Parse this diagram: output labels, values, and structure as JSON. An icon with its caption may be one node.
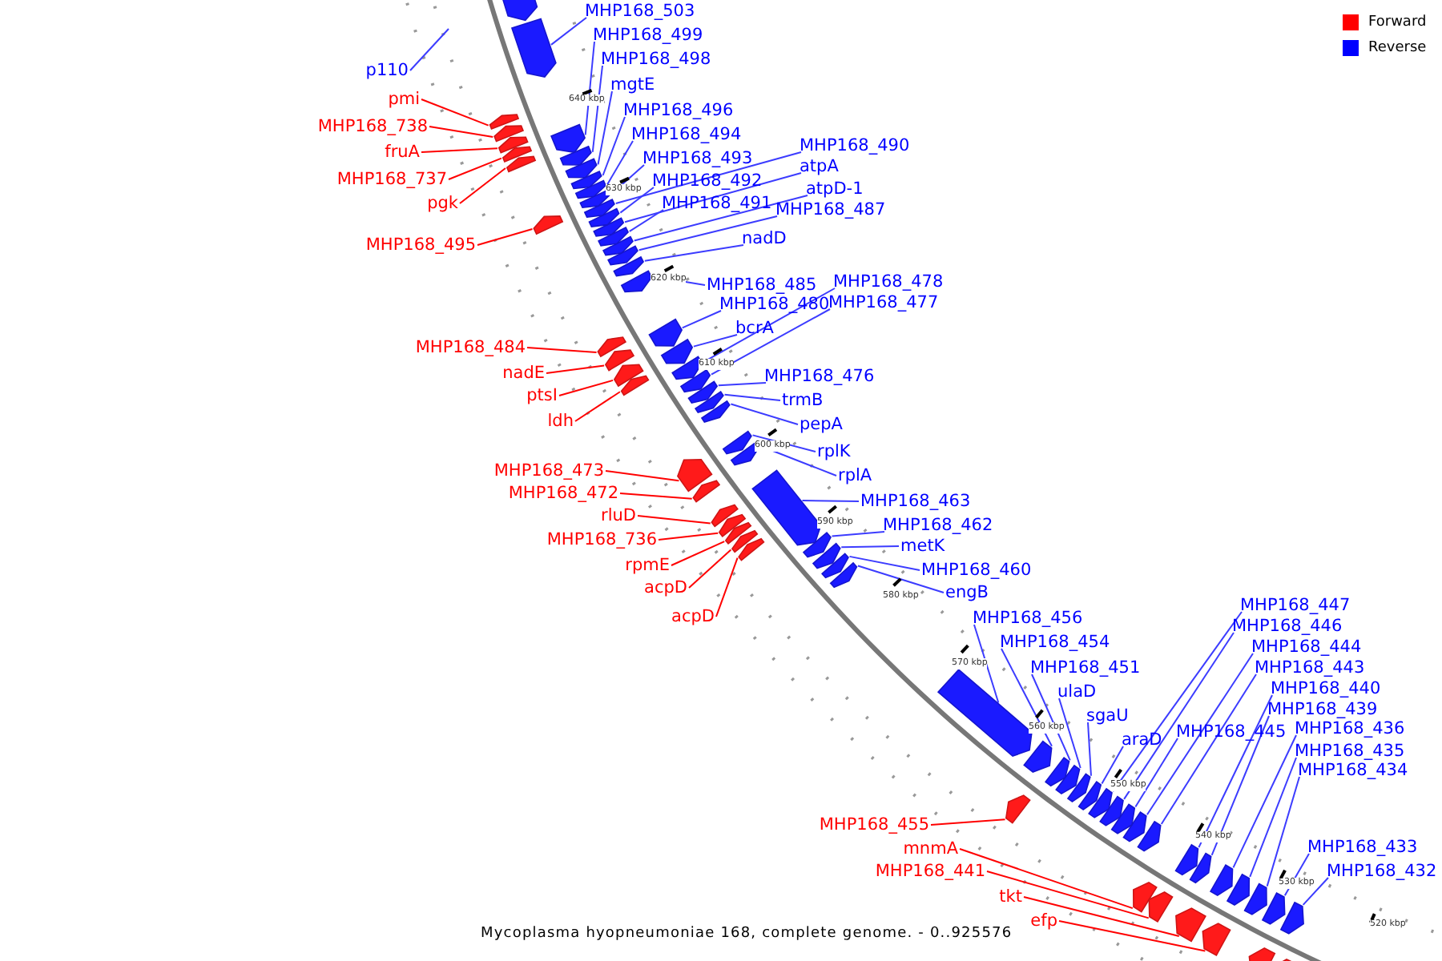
{
  "diagram": {
    "caption": "Mycoplasma hyopneumoniae 168, complete genome. - 0..925576",
    "nodes": [
      {
        "text": [
          "p110"
        ]
      },
      {
        "text": [
          "MHP168_503"
        ]
      },
      {
        "text": [
          "MHP168_499"
        ]
      },
      {
        "text": [
          "MHP168_498"
        ]
      },
      {
        "text": [
          "mgtE"
        ]
      },
      {
        "text": [
          "pmi"
        ]
      },
      {
        "text": [
          "MHP168_496"
        ]
      },
      {
        "text": [
          "MHP168_738"
        ]
      },
      {
        "text": [
          "MHP168_494"
        ]
      },
      {
        "text": [
          "MHP168_490"
        ]
      },
      {
        "text": [
          "fruA"
        ]
      },
      {
        "text": [
          "MHP168_493"
        ]
      },
      {
        "text": [
          "atpA"
        ]
      },
      {
        "text": [
          "MHP168_737"
        ]
      },
      {
        "text": [
          "MHP168_492"
        ]
      },
      {
        "text": [
          "atpD-1"
        ]
      },
      {
        "text": [
          "pgk"
        ]
      },
      {
        "text": [
          "MHP168_491"
        ]
      },
      {
        "text": [
          "MHP168_487"
        ]
      },
      {
        "text": [
          "nadD"
        ]
      },
      {
        "text": [
          "MHP168_495"
        ]
      },
      {
        "text": [
          "MHP168_478"
        ]
      },
      {
        "text": [
          "MHP168_485"
        ]
      },
      {
        "text": [
          "MHP168_477"
        ]
      },
      {
        "text": [
          "MHP168_480"
        ]
      },
      {
        "text": [
          "bcrA"
        ]
      },
      {
        "text": [
          "MHP168_484"
        ]
      },
      {
        "text": [
          "nadE"
        ]
      },
      {
        "text": [
          "MHP168_476"
        ]
      },
      {
        "text": [
          "ptsI"
        ]
      },
      {
        "text": [
          "trmB"
        ]
      },
      {
        "text": [
          "ldh"
        ]
      },
      {
        "text": [
          "pepA"
        ]
      },
      {
        "text": [
          "rplK"
        ]
      },
      {
        "text": [
          "MHP168_473"
        ]
      },
      {
        "text": [
          "rplA"
        ]
      },
      {
        "text": [
          "MHP168_472"
        ]
      },
      {
        "text": [
          "MHP168_463"
        ]
      },
      {
        "text": [
          "rluD"
        ]
      },
      {
        "text": [
          "MHP168_462"
        ]
      },
      {
        "text": [
          "MHP168_736"
        ]
      },
      {
        "text": [
          "metK"
        ]
      },
      {
        "text": [
          "rpmE"
        ]
      },
      {
        "text": [
          "MHP168_460"
        ]
      },
      {
        "text": [
          "acpD"
        ]
      },
      {
        "text": [
          "engB"
        ]
      },
      {
        "text": [
          "MHP168_447"
        ]
      },
      {
        "text": [
          "acpD"
        ]
      },
      {
        "text": [
          "MHP168_456"
        ]
      },
      {
        "text": [
          "MHP168_446"
        ]
      },
      {
        "text": [
          "MHP168_454"
        ]
      },
      {
        "text": [
          "MHP168_444"
        ]
      },
      {
        "text": [
          "MHP168_451"
        ]
      },
      {
        "text": [
          "MHP168_443"
        ]
      },
      {
        "text": [
          "MHP168_440"
        ]
      },
      {
        "text": [
          "ulaD"
        ]
      },
      {
        "text": [
          "MHP168_439"
        ]
      },
      {
        "text": [
          "sgaU"
        ]
      },
      {
        "text": [
          "MHP168_436"
        ]
      },
      {
        "text": [
          "MHP168_445"
        ]
      },
      {
        "text": [
          "araD"
        ]
      },
      {
        "text": [
          "MHP168_435"
        ]
      },
      {
        "text": [
          "MHP168_434"
        ]
      },
      {
        "text": [
          "MHP168_455"
        ]
      },
      {
        "text": [
          "MHP168_433"
        ]
      },
      {
        "text": [
          "mnmA"
        ]
      },
      {
        "text": [
          "MHP168_432"
        ]
      },
      {
        "text": [
          "MHP168_441"
        ]
      },
      {
        "text": [
          "tkt"
        ]
      },
      {
        "text": [
          "efp"
        ]
      },
      {
        "text": [],
        "shape": "box"
      },
      {
        "text": [],
        "shape": "box"
      },
      {
        "text": [],
        "shape": "box"
      },
      {
        "text": [],
        "shape": "box"
      },
      {
        "text": [],
        "shape": "box"
      },
      {
        "text": [],
        "shape": "box"
      },
      {
        "text": [],
        "shape": "box"
      },
      {
        "text": [],
        "shape": "box"
      },
      {
        "text": [],
        "shape": "box"
      },
      {
        "text": [],
        "shape": "box"
      },
      {
        "text": [],
        "shape": "box"
      },
      {
        "text": [],
        "shape": "box"
      },
      {
        "text": [],
        "shape": "box"
      },
      {
        "text": [],
        "shape": "box"
      },
      {
        "text": [],
        "shape": "box"
      },
      {
        "text": [],
        "shape": "box"
      },
      {
        "text": [],
        "shape": "box"
      },
      {
        "text": [],
        "shape": "box"
      },
      {
        "text": [],
        "shape": "box"
      },
      {
        "text": [],
        "shape": "box"
      },
      {
        "text": [],
        "shape": "box"
      },
      {
        "text": [],
        "shape": "box"
      },
      {
        "text": [],
        "shape": "box"
      },
      {
        "text": [],
        "shape": "box"
      },
      {
        "text": [],
        "shape": "box"
      },
      {
        "text": [],
        "shape": "box"
      },
      {
        "text": [],
        "shape": "box"
      },
      {
        "text": [],
        "shape": "box"
      },
      {
        "text": [],
        "shape": "box"
      },
      {
        "text": [],
        "shape": "box"
      },
      {
        "text": [],
        "shape": "box"
      },
      {
        "text": [],
        "shape": "box"
      },
      {
        "text": [],
        "shape": "box"
      },
      {
        "text": [],
        "shape": "box"
      },
      {
        "text": [],
        "shape": "box"
      },
      {
        "text": [],
        "shape": "box"
      },
      {
        "text": [],
        "shape": "box"
      },
      {
        "text": [],
        "shape": "box"
      },
      {
        "text": [],
        "shape": "box"
      },
      {
        "text": [],
        "shape": "box"
      },
      {
        "text": [],
        "shape": "box"
      },
      {
        "text": [],
        "shape": "box"
      },
      {
        "text": [],
        "shape": "box"
      },
      {
        "text": [],
        "shape": "box"
      },
      {
        "text": [],
        "shape": "box"
      },
      {
        "text": [],
        "shape": "box"
      },
      {
        "text": [],
        "shape": "box"
      },
      {
        "text": [],
        "shape": "box"
      },
      {
        "text": [],
        "shape": "box"
      },
      {
        "text": [],
        "shape": "box"
      },
      {
        "text": [],
        "shape": "box"
      },
      {
        "text": [],
        "shape": "box"
      },
      {
        "text": [],
        "shape": "box"
      },
      {
        "text": [],
        "shape": "box"
      },
      {
        "text": [],
        "shape": "box"
      },
      {
        "text": [],
        "shape": "box"
      },
      {
        "text": [],
        "shape": "box"
      },
      {
        "text": [],
        "shape": "box"
      },
      {
        "text": [],
        "shape": "box"
      },
      {
        "text": [],
        "shape": "box"
      },
      {
        "text": [],
        "shape": "box"
      },
      {
        "text": [],
        "shape": "box"
      },
      {
        "text": [],
        "shape": "box"
      },
      {
        "text": [],
        "shape": "box"
      },
      {
        "text": [],
        "shape": "box"
      },
      {
        "text": [],
        "shape": "box"
      },
      {
        "text": [],
        "shape": "box"
      },
      {
        "text": [],
        "shape": "box"
      },
      {
        "text": [],
        "shape": "box"
      },
      {
        "text": [],
        "shape": "box"
      },
      {
        "text": [],
        "shape": "box"
      },
      {
        "text": [],
        "shape": "box"
      }
    ],
    "edges": [
      {
        "from": 0,
        "to": null,
        "arrow": "none"
      },
      {
        "from": 1,
        "to": 70,
        "arrow": "none"
      },
      {
        "from": 2,
        "to": 71,
        "arrow": "none"
      },
      {
        "from": 3,
        "to": 72,
        "arrow": "none"
      },
      {
        "from": 4,
        "to": 73,
        "arrow": "none"
      },
      {
        "from": 5,
        "to": 74,
        "arrow": "none",
        "color": "#ff0000"
      },
      {
        "from": 6,
        "to": 75,
        "arrow": "none"
      },
      {
        "from": 7,
        "to": 76,
        "arrow": "none",
        "color": "#ff0000"
      },
      {
        "from": 8,
        "to": 77,
        "arrow": "none"
      },
      {
        "from": 9,
        "to": 78,
        "arrow": "none"
      },
      {
        "from": 10,
        "to": 79,
        "arrow": "none",
        "color": "#ff0000"
      },
      {
        "from": 11,
        "to": 80,
        "arrow": "none"
      },
      {
        "from": 12,
        "to": 81,
        "arrow": "none"
      },
      {
        "from": 13,
        "to": 82,
        "arrow": "none",
        "color": "#ff0000"
      },
      {
        "from": 14,
        "to": 83,
        "arrow": "none"
      },
      {
        "from": 15,
        "to": 84,
        "arrow": "none"
      },
      {
        "from": 16,
        "to": 85,
        "arrow": "none",
        "color": "#ff0000"
      },
      {
        "from": 17,
        "to": 86,
        "arrow": "none"
      },
      {
        "from": 18,
        "to": 87,
        "arrow": "none"
      },
      {
        "from": 19,
        "to": 88,
        "arrow": "none"
      },
      {
        "from": 20,
        "to": 89,
        "arrow": "none",
        "color": "#ff0000"
      },
      {
        "from": 21,
        "to": 90,
        "arrow": "none"
      },
      {
        "from": 22,
        "to": 91,
        "arrow": "none"
      },
      {
        "from": 23,
        "to": 92,
        "arrow": "none"
      },
      {
        "from": 24,
        "to": 93,
        "arrow": "none"
      },
      {
        "from": 25,
        "to": 94,
        "arrow": "none"
      },
      {
        "from": 26,
        "to": 95,
        "arrow": "none",
        "color": "#ff0000"
      },
      {
        "from": 27,
        "to": 96,
        "arrow": "none",
        "color": "#ff0000"
      },
      {
        "from": 28,
        "to": 97,
        "arrow": "none"
      },
      {
        "from": 29,
        "to": 98,
        "arrow": "none",
        "color": "#ff0000"
      },
      {
        "from": 30,
        "to": 99,
        "arrow": "none"
      },
      {
        "from": 31,
        "to": 100,
        "arrow": "none",
        "color": "#ff0000"
      },
      {
        "from": 32,
        "to": 101,
        "arrow": "none"
      },
      {
        "from": 33,
        "to": 102,
        "arrow": "none"
      },
      {
        "from": 34,
        "to": 103,
        "arrow": "none",
        "color": "#ff0000"
      },
      {
        "from": 35,
        "to": 104,
        "arrow": "none"
      },
      {
        "from": 36,
        "to": 105,
        "arrow": "none",
        "color": "#ff0000"
      },
      {
        "from": 37,
        "to": 106,
        "arrow": "none"
      },
      {
        "from": 38,
        "to": 107,
        "arrow": "none",
        "color": "#ff0000"
      },
      {
        "from": 39,
        "to": 108,
        "arrow": "none"
      },
      {
        "from": 40,
        "to": 109,
        "arrow": "none",
        "color": "#ff0000"
      },
      {
        "from": 41,
        "to": 110,
        "arrow": "none"
      },
      {
        "from": 42,
        "to": 111,
        "arrow": "none",
        "color": "#ff0000"
      },
      {
        "from": 43,
        "to": 112,
        "arrow": "none"
      },
      {
        "from": 44,
        "to": 113,
        "arrow": "none",
        "color": "#ff0000"
      },
      {
        "from": 45,
        "to": 114,
        "arrow": "none"
      },
      {
        "from": 46,
        "to": 115,
        "arrow": "none"
      },
      {
        "from": 47,
        "to": 116,
        "arrow": "none",
        "color": "#ff0000"
      },
      {
        "from": 48,
        "to": 117,
        "arrow": "none"
      },
      {
        "from": 49,
        "to": 118,
        "arrow": "none"
      },
      {
        "from": 50,
        "to": 119,
        "arrow": "none"
      },
      {
        "from": 51,
        "to": 120,
        "arrow": "none"
      },
      {
        "from": 52,
        "to": 121,
        "arrow": "none"
      },
      {
        "from": 53,
        "to": 122,
        "arrow": "none"
      },
      {
        "from": 54,
        "to": 123,
        "arrow": "none"
      },
      {
        "from": 55,
        "to": 124,
        "arrow": "none"
      },
      {
        "from": 56,
        "to": 125,
        "arrow": "none"
      },
      {
        "from": 57,
        "to": 126,
        "arrow": "none"
      },
      {
        "from": 58,
        "to": 127,
        "arrow": "none"
      },
      {
        "from": 59,
        "to": 128,
        "arrow": "none"
      },
      {
        "from": 60,
        "to": 129,
        "arrow": "none"
      },
      {
        "from": 61,
        "to": 130,
        "arrow": "none"
      },
      {
        "from": 62,
        "to": 131,
        "arrow": "none"
      },
      {
        "from": 63,
        "to": 132,
        "arrow": "none",
        "color": "#ff0000"
      },
      {
        "from": 64,
        "to": 133,
        "arrow": "none"
      },
      {
        "from": 65,
        "to": 134,
        "arrow": "none",
        "color": "#ff0000"
      },
      {
        "from": 66,
        "to": 135,
        "arrow": "none"
      },
      {
        "from": 67,
        "to": 136,
        "arrow": "none",
        "color": "#ff0000"
      },
      {
        "from": 68,
        "to": 137,
        "arrow": "none",
        "color": "#ff0000"
      },
      {
        "from": 69,
        "to": 138,
        "arrow": "none",
        "color": "#ff0000"
      }
    ],
    "labels": [
      "640 kbp",
      "630 kbp",
      "620 kbp",
      "610 kbp",
      "600 kbp",
      "590 kbp",
      "580 kbp",
      "570 kbp",
      "560 kbp",
      "550 kbp",
      "540 kbp",
      "530 kbp",
      "520 kbp"
    ],
    "legend": [
      {
        "text": "Forward",
        "color": "#ff0000"
      },
      {
        "text": "Reverse",
        "color": "#0000ff"
      }
    ]
  }
}
